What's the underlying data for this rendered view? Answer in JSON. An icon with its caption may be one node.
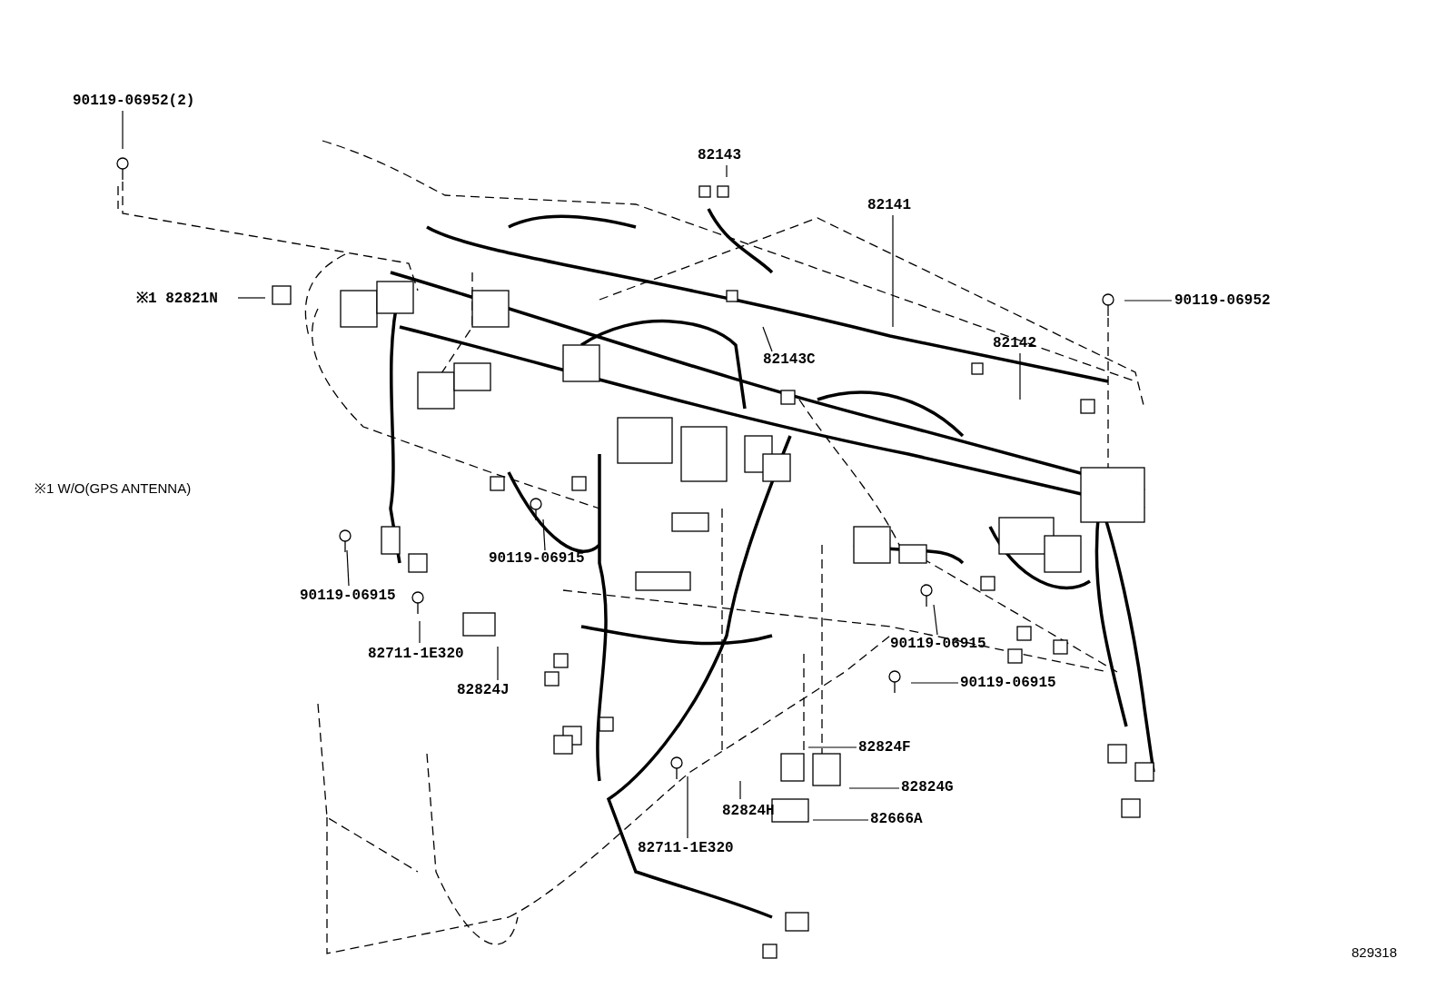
{
  "diagram": {
    "nodes": [
      {
        "text": [
          "90119-06952(2)"
        ]
      },
      {
        "text": [
          "82143"
        ]
      },
      {
        "text": [
          "82141"
        ]
      },
      {
        "text": [
          "※1 82821N"
        ]
      },
      {
        "text": [
          "90119-06952"
        ]
      },
      {
        "text": [
          "82142"
        ]
      },
      {
        "text": [
          "82143C"
        ]
      },
      {
        "text": [
          "90119-06915"
        ]
      },
      {
        "text": [
          "90119-06915"
        ]
      },
      {
        "text": [
          "82711-1E320"
        ]
      },
      {
        "text": [
          "82824J"
        ]
      },
      {
        "text": [
          "90119-06915"
        ]
      },
      {
        "text": [
          "90119-06915"
        ]
      },
      {
        "text": [
          "82824F"
        ]
      },
      {
        "text": [
          "82824G"
        ]
      },
      {
        "text": [
          "82824H"
        ]
      },
      {
        "text": [
          "82666A"
        ]
      },
      {
        "text": [
          "82711-1E320"
        ]
      }
    ],
    "edges": [
      {
        "from": 0,
        "to": null,
        "arrow": "none"
      },
      {
        "from": 1,
        "to": null,
        "arrow": "none"
      },
      {
        "from": 2,
        "to": null,
        "arrow": "none"
      },
      {
        "from": 3,
        "to": null,
        "arrow": "none"
      },
      {
        "from": 4,
        "to": null,
        "arrow": "none"
      },
      {
        "from": 5,
        "to": null,
        "arrow": "none"
      },
      {
        "from": 6,
        "to": null,
        "arrow": "none"
      },
      {
        "from": 7,
        "to": null,
        "arrow": "none"
      },
      {
        "from": 8,
        "to": null,
        "arrow": "none"
      },
      {
        "from": 9,
        "to": null,
        "arrow": "none"
      },
      {
        "from": 10,
        "to": null,
        "arrow": "none"
      },
      {
        "from": 11,
        "to": null,
        "arrow": "none"
      },
      {
        "from": 12,
        "to": null,
        "arrow": "none"
      },
      {
        "from": 13,
        "to": null,
        "arrow": "none"
      },
      {
        "from": 14,
        "to": null,
        "arrow": "none"
      },
      {
        "from": 15,
        "to": null,
        "arrow": "none"
      },
      {
        "from": 16,
        "to": null,
        "arrow": "none"
      },
      {
        "from": 17,
        "to": null,
        "arrow": "none"
      }
    ],
    "labels": [
      "※1 W/O(GPS ANTENNA)",
      "829318"
    ]
  }
}
